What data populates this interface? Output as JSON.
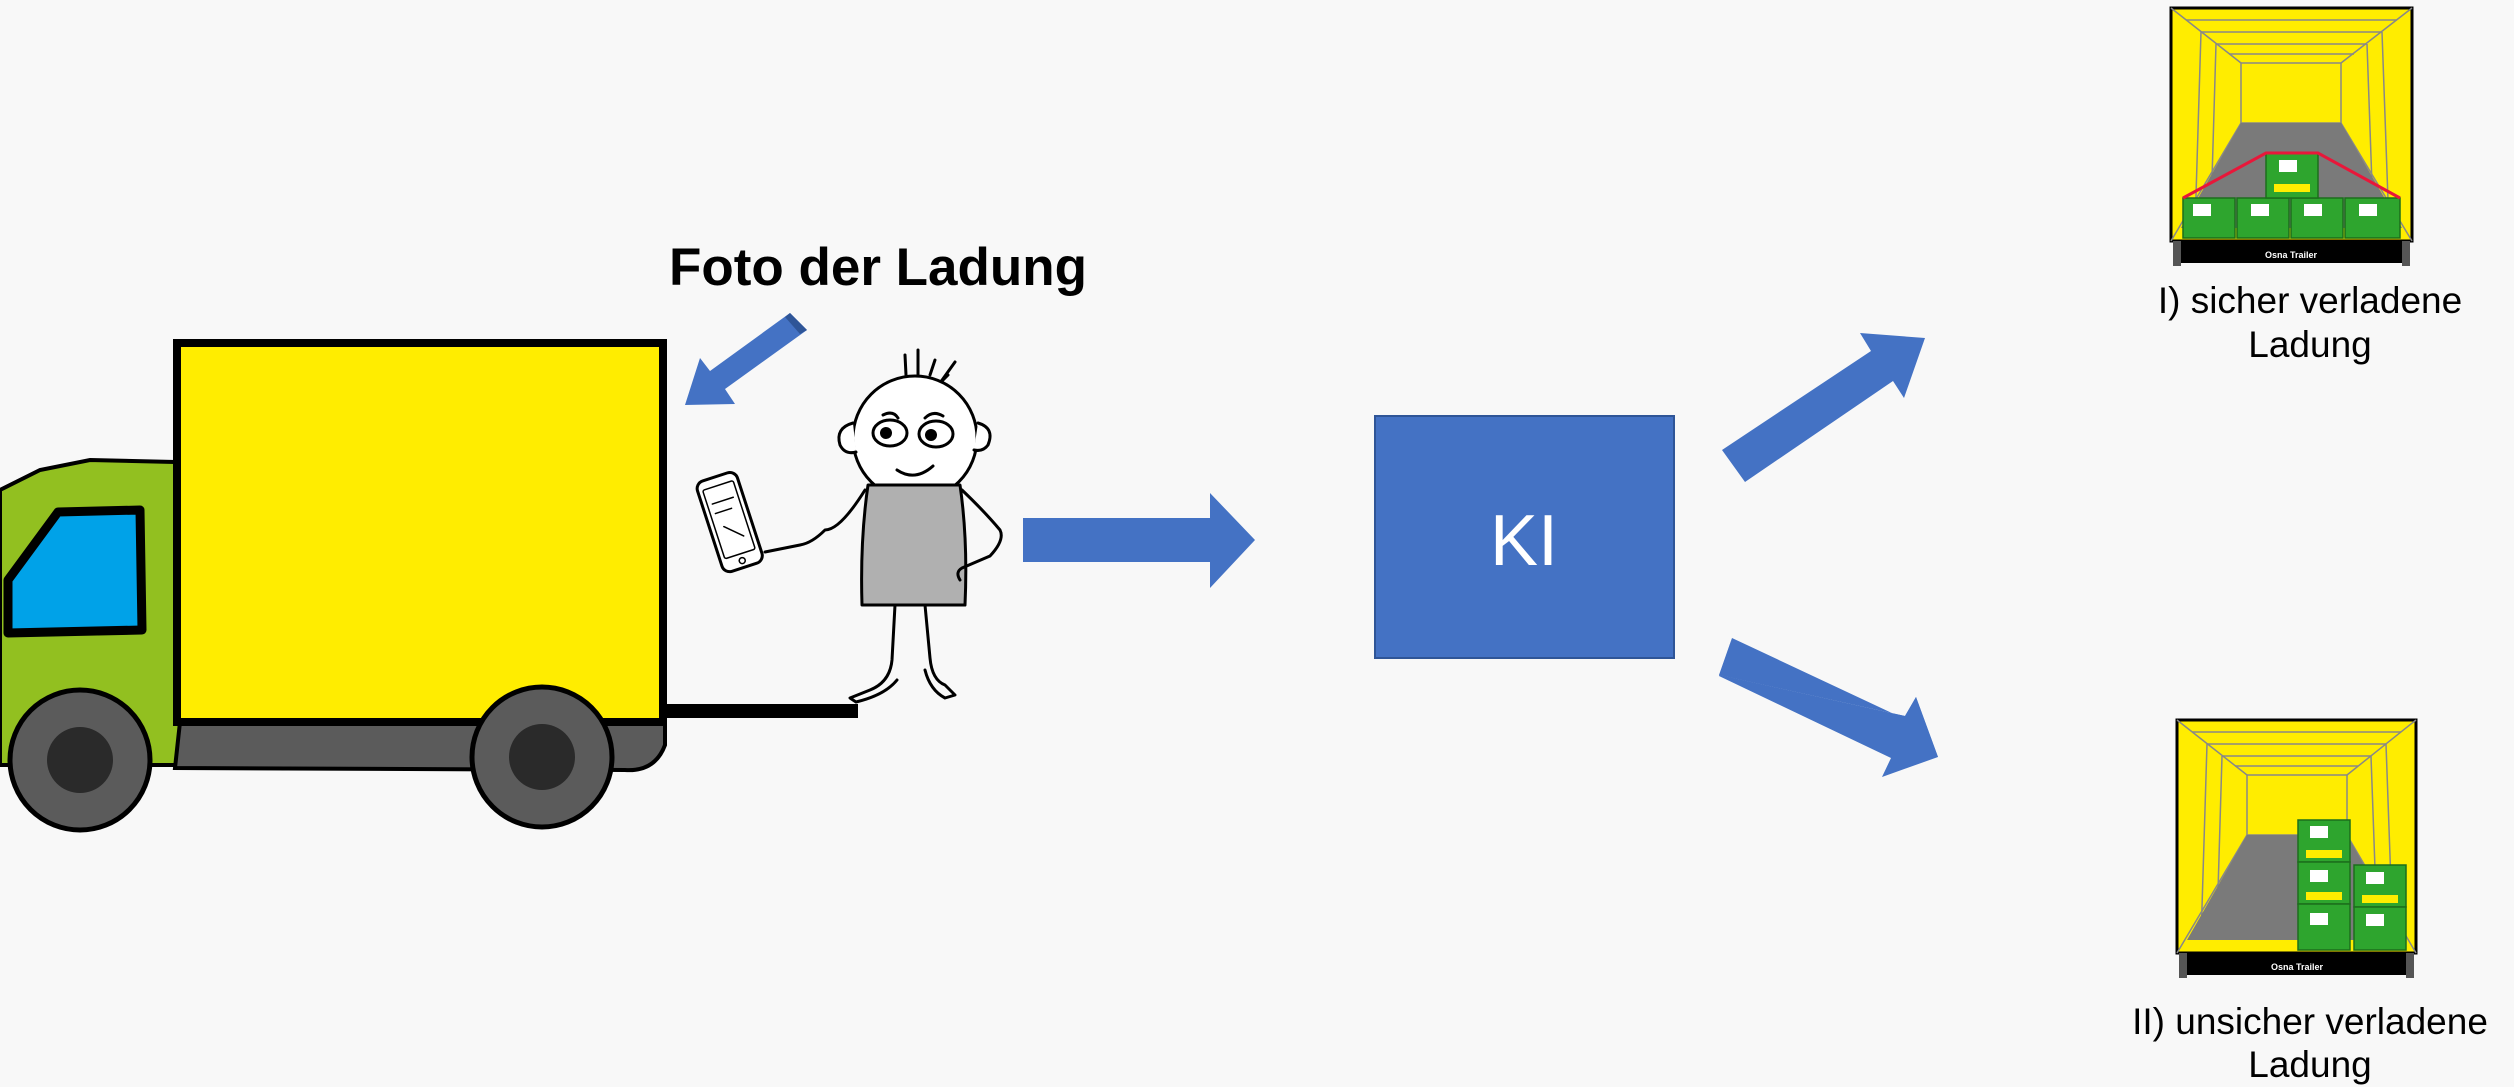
{
  "photo_label": "Foto der Ladung",
  "ki_label": "KI",
  "outcomes": [
    {
      "line1": "I) sicher verladene",
      "line2": "Ladung",
      "trailer_brand": "Osna Trailer"
    },
    {
      "line1": "II) unsicher verladene",
      "line2": "Ladung",
      "trailer_brand": "Osna Trailer"
    }
  ],
  "colors": {
    "arrow": "#4472c4",
    "ki_box": "#4472c4",
    "truck_box": "#ffed00",
    "truck_cab": "#92c020",
    "window": "#00a2e8",
    "crate": "#2ea52e",
    "trailer_interior": "#ffed00",
    "secure_outline": "#e8173a"
  }
}
